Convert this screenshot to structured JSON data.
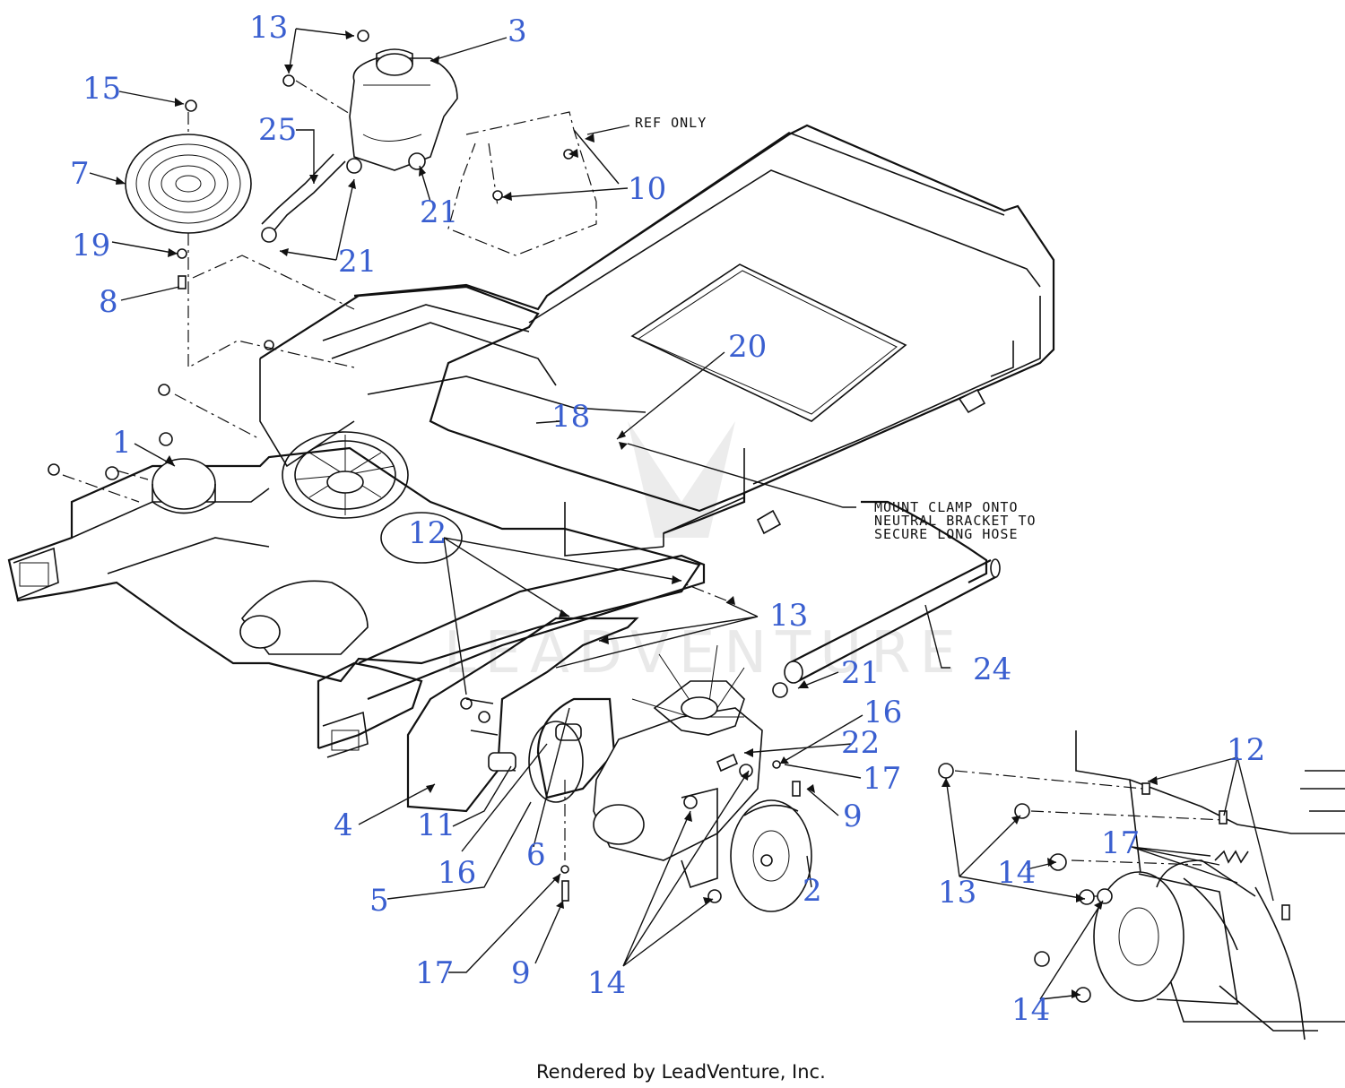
{
  "callouts": [
    {
      "id": "c13a",
      "text": "13"
    },
    {
      "id": "c3",
      "text": "3"
    },
    {
      "id": "c15",
      "text": "15"
    },
    {
      "id": "c25",
      "text": "25"
    },
    {
      "id": "c7",
      "text": "7"
    },
    {
      "id": "c10",
      "text": "10"
    },
    {
      "id": "c21a",
      "text": "21"
    },
    {
      "id": "c19",
      "text": "19"
    },
    {
      "id": "c21b",
      "text": "21"
    },
    {
      "id": "c8",
      "text": "8"
    },
    {
      "id": "c20",
      "text": "20"
    },
    {
      "id": "c18",
      "text": "18"
    },
    {
      "id": "c1",
      "text": "1"
    },
    {
      "id": "c12a",
      "text": "12"
    },
    {
      "id": "c13b",
      "text": "13"
    },
    {
      "id": "c21c",
      "text": "21"
    },
    {
      "id": "c24",
      "text": "24"
    },
    {
      "id": "c16a",
      "text": "16"
    },
    {
      "id": "c22",
      "text": "22"
    },
    {
      "id": "c17a",
      "text": "17"
    },
    {
      "id": "c12b",
      "text": "12"
    },
    {
      "id": "c9a",
      "text": "9"
    },
    {
      "id": "c4",
      "text": "4"
    },
    {
      "id": "c11",
      "text": "11"
    },
    {
      "id": "c17b",
      "text": "17"
    },
    {
      "id": "c6",
      "text": "6"
    },
    {
      "id": "c16b",
      "text": "16"
    },
    {
      "id": "c14a",
      "text": "14"
    },
    {
      "id": "c2",
      "text": "2"
    },
    {
      "id": "c13c",
      "text": "13"
    },
    {
      "id": "c5",
      "text": "5"
    },
    {
      "id": "c17c",
      "text": "17"
    },
    {
      "id": "c9b",
      "text": "9"
    },
    {
      "id": "c14b",
      "text": "14"
    },
    {
      "id": "c14c",
      "text": "14"
    }
  ],
  "notes": {
    "ref_only": "REF ONLY",
    "mount_clamp": [
      "MOUNT CLAMP ONTO",
      "NEUTRAL BRACKET TO",
      "SECURE LONG HOSE"
    ]
  },
  "watermark": "LEADVENTURE",
  "footer": "Rendered by LeadVenture, Inc.",
  "colors": {
    "callout": "#3a5fd0",
    "line": "#111111",
    "background": "#ffffff"
  }
}
